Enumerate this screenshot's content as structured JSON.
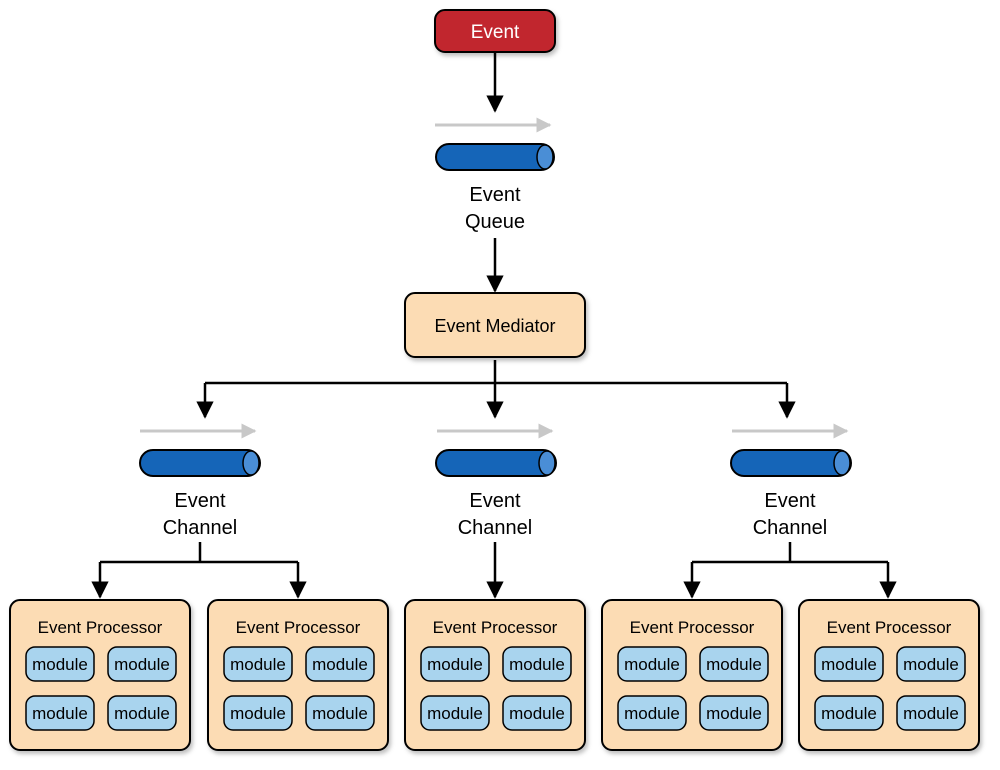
{
  "diagram": {
    "event": {
      "label": "Event",
      "fill": "#c1272d"
    },
    "event_queue": {
      "label_line1": "Event",
      "label_line2": "Queue"
    },
    "mediator": {
      "label": "Event Mediator",
      "fill": "#fcdcb4"
    },
    "channels": [
      {
        "label_line1": "Event",
        "label_line2": "Channel"
      },
      {
        "label_line1": "Event",
        "label_line2": "Channel"
      },
      {
        "label_line1": "Event",
        "label_line2": "Channel"
      }
    ],
    "processors": [
      {
        "label": "Event Processor",
        "modules": [
          "module",
          "module",
          "module",
          "module"
        ]
      },
      {
        "label": "Event Processor",
        "modules": [
          "module",
          "module",
          "module",
          "module"
        ]
      },
      {
        "label": "Event Processor",
        "modules": [
          "module",
          "module",
          "module",
          "module"
        ]
      },
      {
        "label": "Event Processor",
        "modules": [
          "module",
          "module",
          "module",
          "module"
        ]
      },
      {
        "label": "Event Processor",
        "modules": [
          "module",
          "module",
          "module",
          "module"
        ]
      }
    ],
    "colors": {
      "pipe": "#1565b8",
      "module": "#a9d4ee",
      "processor": "#fcdcb4",
      "flow_arrow": "#c8c8c8",
      "connector": "#000000"
    }
  }
}
